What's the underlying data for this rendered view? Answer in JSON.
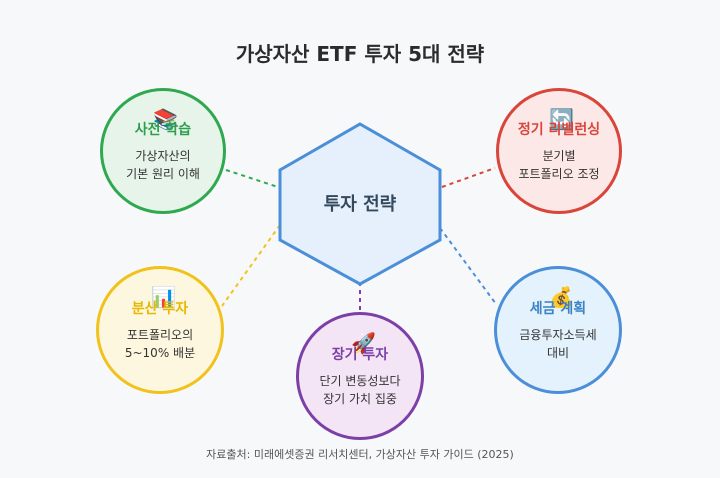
{
  "title": "가상자산 ETF 투자 5대 전략",
  "center": {
    "label": "투자 전략"
  },
  "nodes": [
    {
      "id": "prior-study",
      "icon": "books-icon",
      "emoji": "📚",
      "head": "사전 학습",
      "lines": [
        "가상자산의",
        "기본 원리 이해"
      ],
      "color": "#2fa84f",
      "fill": "#e6f4ea",
      "headColor": "#2e9e4b"
    },
    {
      "id": "rebalancing",
      "icon": "refresh-icon",
      "emoji": "🔄",
      "head": "정기 리밸런싱",
      "lines": [
        "분기별",
        "포트폴리오 조정"
      ],
      "color": "#d9453b",
      "fill": "#fce8e6",
      "headColor": "#d9453b"
    },
    {
      "id": "diversification",
      "icon": "bar-chart-icon",
      "emoji": "📊",
      "head": "분산 투자",
      "lines": [
        "포트폴리오의",
        "5~10% 배분"
      ],
      "color": "#f1c21b",
      "fill": "#fef7e0",
      "headColor": "#e6b800"
    },
    {
      "id": "long-term",
      "icon": "rocket-icon",
      "emoji": "🚀",
      "head": "장기 투자",
      "lines": [
        "단기 변동성보다",
        "장기 가치 집중"
      ],
      "color": "#7b3fa6",
      "fill": "#f3e5f5",
      "headColor": "#7b3fa6"
    },
    {
      "id": "tax-plan",
      "icon": "money-bag-icon",
      "emoji": "💰",
      "head": "세금 계획",
      "lines": [
        "금융투자소득세",
        "대비"
      ],
      "color": "#4a8fd8",
      "fill": "#e3f2fd",
      "headColor": "#3b82c4"
    }
  ],
  "source": "자료출처: 미래에셋증권 리서치센터, 가상자산 투자 가이드 (2025)"
}
